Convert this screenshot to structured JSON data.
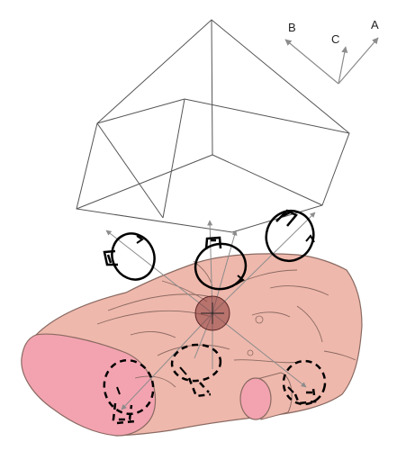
{
  "axes": {
    "a_label": "A",
    "b_label": "B",
    "c_label": "C"
  },
  "colors": {
    "cube_edge": "#555555",
    "tissue_fill": "#efb8ac",
    "tissue_edge": "#8a6a62",
    "cut_face": "#f3a3b0",
    "center_node": "#8b3a3a",
    "arrow_gray": "#8c8c8c",
    "loop_black": "#000000"
  }
}
